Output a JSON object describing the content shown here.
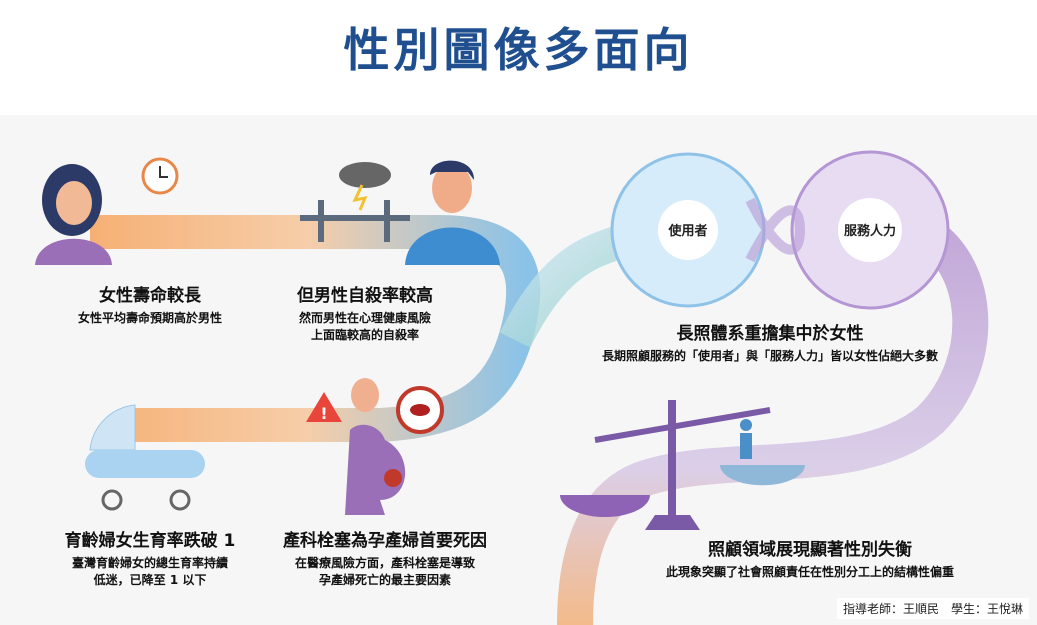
{
  "title": "性別圖像多面向",
  "sections": [
    {
      "heading": "女性壽命較長",
      "lines": [
        "女性平均壽命預期高於男性"
      ]
    },
    {
      "heading": "但男性自殺率較高",
      "lines": [
        "然而男性在心理健康風險",
        "上面臨較高的自殺率"
      ]
    },
    {
      "heading": "育齡婦女生育率跌破 1",
      "lines": [
        "臺灣育齡婦女的總生育率持續",
        "低迷，已降至 1 以下"
      ]
    },
    {
      "heading": "產科栓塞為孕產婦首要死因",
      "lines": [
        "在醫療風險方面，產科栓塞是導致",
        "孕產婦死亡的最主要因素"
      ]
    },
    {
      "heading": "長照體系重擔集中於女性",
      "lines": [
        "長期照顧服務的「使用者」與「服務人力」皆以女性佔絕大多數"
      ]
    },
    {
      "heading": "照顧領域展現顯著性別失衡",
      "lines": [
        "此現象突顯了社會照顧責任在性別分工上的結構性偏重"
      ]
    }
  ],
  "circle_labels": {
    "users": "使用者",
    "workforce": "服務人力"
  },
  "credit": "指導老師：王順民　學生：王悅琳",
  "colors": {
    "title": "#1f4f8f",
    "orange": "#f4a35a",
    "blue": "#4a9fd8",
    "purple": "#9b6fb8",
    "teal": "#7cc7c0"
  }
}
